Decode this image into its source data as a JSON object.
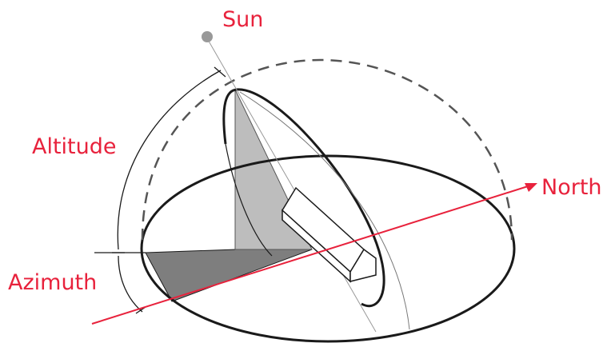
{
  "labels": {
    "sun": "Sun",
    "altitude": "Altitude",
    "azimuth": "Azimuth",
    "north": "North"
  },
  "colors": {
    "label": "#e8223c",
    "north_line": "#e8223c",
    "outline": "#1a1a1a",
    "guide": "#9a9a9a",
    "altitude_triangle": "#bdbdbd",
    "azimuth_triangle": "#7e7e7e",
    "sun_dot": "#999999",
    "building_face": "#ffffff"
  }
}
